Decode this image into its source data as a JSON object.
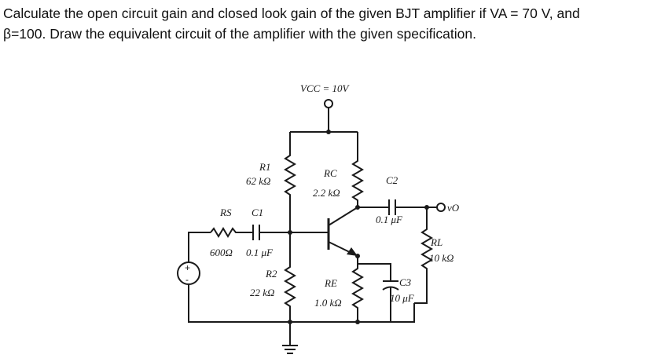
{
  "question": {
    "line1": "Calculate the open circuit gain and closed look gain of the given BJT amplifier if VA = 70 V, and",
    "line2": "β=100. Draw the equivalent circuit of the amplifier with the given specification."
  },
  "circuit": {
    "vcc": "VCC = 10V",
    "r1_name": "R1",
    "r1_value": "62 kΩ",
    "rc_name": "RC",
    "rc_value": "2.2 kΩ",
    "c2_name": "C2",
    "c2_value": "0.1 μF",
    "vo": "vO",
    "rs_name": "RS",
    "rs_value": "600Ω",
    "c1_name": "C1",
    "c1_value": "0.1 μF",
    "rl_name": "RL",
    "rl_value": "10 kΩ",
    "r2_name": "R2",
    "r2_value": "22 kΩ",
    "re_name": "RE",
    "re_value": "1.0 kΩ",
    "c3_name": "C3",
    "c3_value": "10 μF"
  }
}
